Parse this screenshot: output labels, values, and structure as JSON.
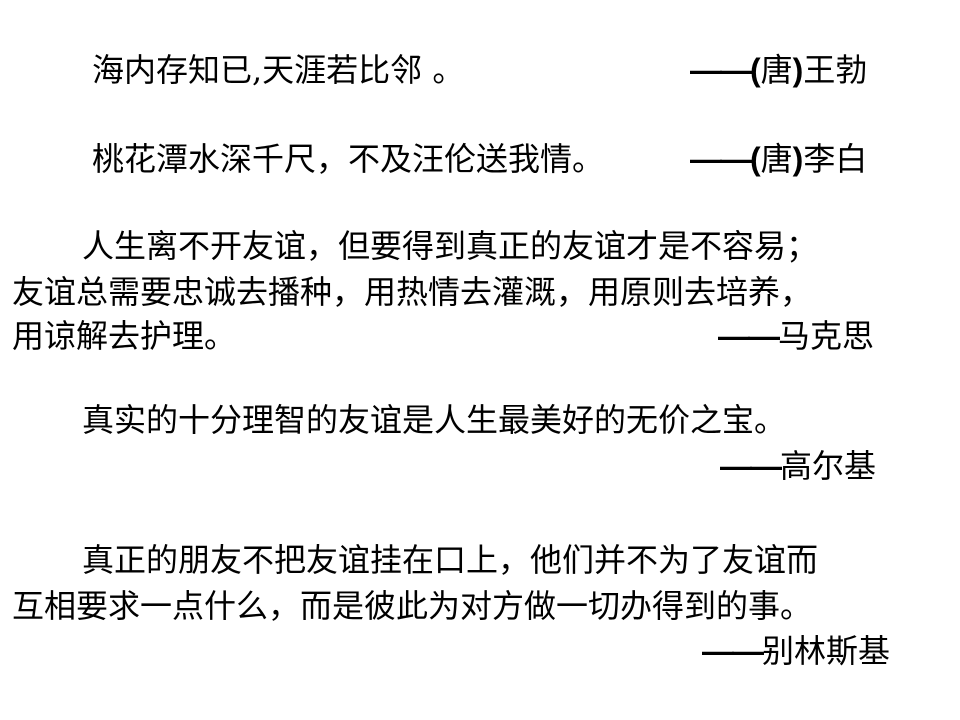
{
  "quotes": [
    {
      "lines": [
        "海内存知已,天涯若比邻 。"
      ],
      "dash": "——",
      "open_paren": "(",
      "dynasty": "唐",
      "close_paren": ")",
      "author": "王勃"
    },
    {
      "lines": [
        "桃花潭水深千尺，不及汪伦送我情。"
      ],
      "dash": "——",
      "open_paren": "(",
      "dynasty": "唐",
      "close_paren": ")",
      "author": "李白"
    },
    {
      "lines": [
        "人生离不开友谊，但要得到真正的友谊才是不容易；",
        "友谊总需要忠诚去播种，用热情去灌溉，用原则去培养，",
        "用谅解去护理。"
      ],
      "dash": "——",
      "author": "马克思"
    },
    {
      "lines": [
        "真实的十分理智的友谊是人生最美好的无价之宝。"
      ],
      "dash": "——",
      "author": "高尔基"
    },
    {
      "lines": [
        "真正的朋友不把友谊挂在口上，他们并不为了友谊而",
        "互相要求一点什么，而是彼此为对方做一切办得到的事。"
      ],
      "dash": "——",
      "author": "别林斯基"
    }
  ]
}
